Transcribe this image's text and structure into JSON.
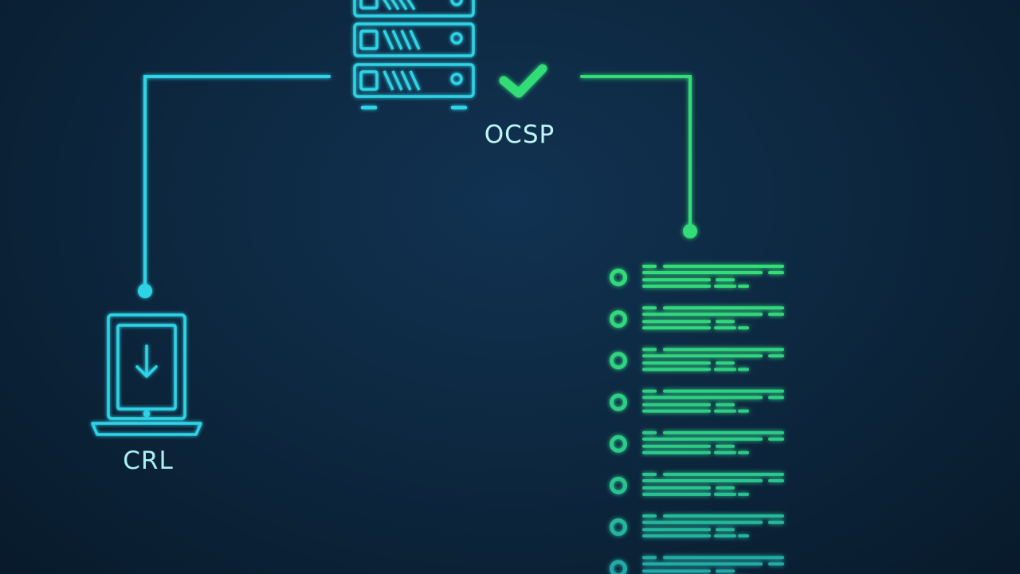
{
  "labels": {
    "ocsp": "OCSP",
    "crl": "CRL"
  },
  "colors": {
    "background": "#0b2236",
    "cyan": "#2fd3e6",
    "green": "#33dd77",
    "teal_fade": "#22b3a6",
    "ocsp_label": "#bff4f4",
    "crl_label": "#a9f0f4"
  },
  "icons": {
    "server": "server-rack-icon",
    "check": "check-mark-icon",
    "client": "laptop-download-icon",
    "log_item": "log-list-item-icon"
  },
  "log_list": {
    "row_count": 8
  }
}
